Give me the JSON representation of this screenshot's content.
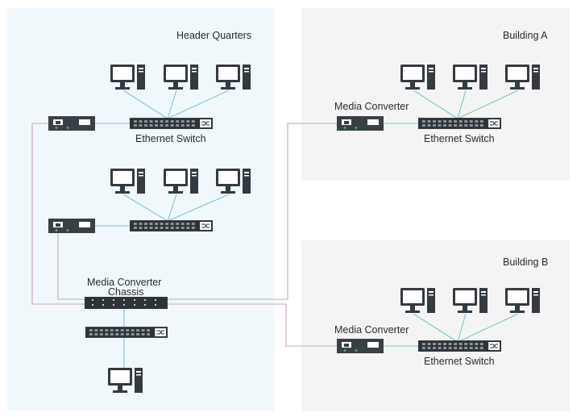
{
  "regions": {
    "hq": {
      "title": "Header Quarters",
      "fill": "#f0f8fc"
    },
    "building_a": {
      "title": "Building A",
      "fill": "#f4f4f5"
    },
    "building_b": {
      "title": "Building B",
      "fill": "#f4f4f5"
    }
  },
  "labels": {
    "hq_switch_1": "Ethernet Switch",
    "chassis_line1": "Media Converter",
    "chassis_line2": "Chassis",
    "a_converter": "Media Converter",
    "a_switch": "Ethernet Switch",
    "b_converter": "Media Converter",
    "b_switch": "Ethernet Switch"
  },
  "colors": {
    "fiber_link": "#c9a6c0",
    "copper_link": "#7fc6c2",
    "device_body": "#3a3f45",
    "device_dark": "#2e3338",
    "port_green": "#38c46b"
  },
  "icons": [
    "computer-icon",
    "ethernet-switch-icon",
    "media-converter-icon",
    "media-converter-chassis-icon"
  ]
}
